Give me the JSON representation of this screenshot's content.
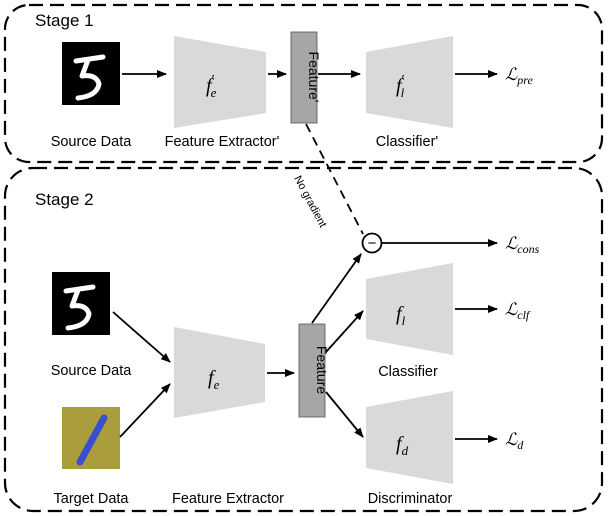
{
  "stage1": {
    "title": "Stage 1",
    "source_label": "Source Data",
    "extractor_label": "Feature Extractor'",
    "extractor_symbol": "f′e",
    "feature_label": "Feature'",
    "classifier_label": "Classifier'",
    "classifier_symbol": "f′l",
    "loss": "ℒpre"
  },
  "stage2": {
    "title": "Stage 2",
    "source_label": "Source Data",
    "target_label": "Target Data",
    "extractor_label": "Feature Extractor",
    "extractor_symbol": "fe",
    "feature_label": "Feature",
    "classifier_label": "Classifier",
    "classifier_symbol": "fl",
    "discriminator_label": "Discriminator",
    "discriminator_symbol": "fd",
    "loss_cons": "ℒcons",
    "loss_clf": "ℒclf",
    "loss_d": "ℒd",
    "subtract_symbol": "−"
  },
  "annotations": {
    "no_gradient": "No gradient"
  },
  "colors": {
    "block_fill": "#d9d9d9",
    "feature_fill": "#a6a6a6",
    "source_image_bg": "#000000",
    "target_image_bg": "#b3a640",
    "target_stroke": "#3a4fd0",
    "line": "#000000"
  }
}
